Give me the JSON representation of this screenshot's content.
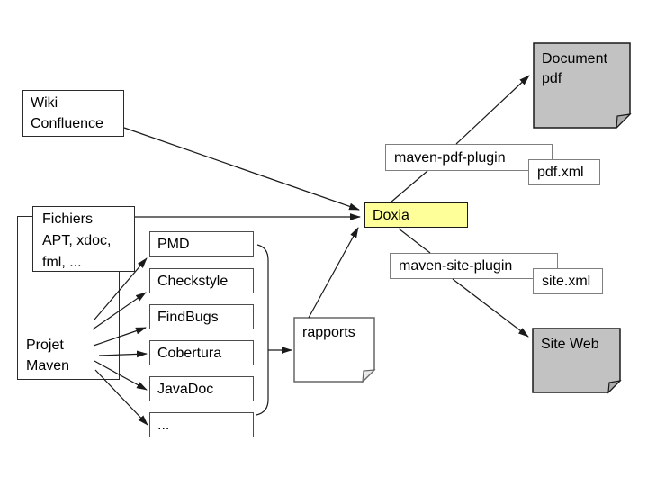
{
  "title": "Maven documentation / reporting flow diagram",
  "colors": {
    "background": "#FFFFFF",
    "highlight_yellow": "#FFFF99",
    "document_gray": "#C2C2C2",
    "line_black": "#1A1A1A",
    "box_border_gray": "#7F7F7F"
  },
  "nodes": {
    "wiki_confluence": {
      "lines": [
        "Wiki",
        "Confluence"
      ]
    },
    "fichiers": {
      "lines": [
        "Fichiers",
        "APT, xdoc,",
        "fml, ..."
      ]
    },
    "projet_maven": {
      "lines": [
        "Projet",
        "Maven"
      ]
    },
    "plugins": [
      "PMD",
      "Checkstyle",
      "FindBugs",
      "Cobertura",
      "JavaDoc",
      "..."
    ],
    "rapports": "rapports",
    "doxia": "Doxia",
    "maven_pdf_plugin": "maven-pdf-plugin",
    "pdf_xml": "pdf.xml",
    "document_pdf": {
      "lines": [
        "Document",
        "pdf"
      ]
    },
    "maven_site_plugin": "maven-site-plugin",
    "site_xml": "site.xml",
    "site_web": "Site Web"
  },
  "edges": [
    {
      "from": "wiki-confluence",
      "to": "doxia",
      "arrow": true
    },
    {
      "from": "fichiers",
      "to": "doxia",
      "arrow": true
    },
    {
      "from": "rapports",
      "to": "doxia",
      "arrow": true
    },
    {
      "from": "projet-maven",
      "to": "pmd",
      "arrow": true
    },
    {
      "from": "projet-maven",
      "to": "checkstyle",
      "arrow": true
    },
    {
      "from": "projet-maven",
      "to": "findbugs",
      "arrow": true
    },
    {
      "from": "projet-maven",
      "to": "cobertura",
      "arrow": true
    },
    {
      "from": "projet-maven",
      "to": "javadoc",
      "arrow": true
    },
    {
      "from": "projet-maven",
      "to": "dots",
      "arrow": true
    },
    {
      "from": "plugins-brace",
      "to": "rapports",
      "arrow": true
    },
    {
      "from": "doxia",
      "to": "maven-pdf-plugin",
      "arrow": false
    },
    {
      "from": "maven-pdf-plugin",
      "to": "document-pdf",
      "arrow": true
    },
    {
      "from": "doxia",
      "to": "maven-site-plugin",
      "arrow": false
    },
    {
      "from": "maven-site-plugin",
      "to": "site-web",
      "arrow": true
    }
  ]
}
